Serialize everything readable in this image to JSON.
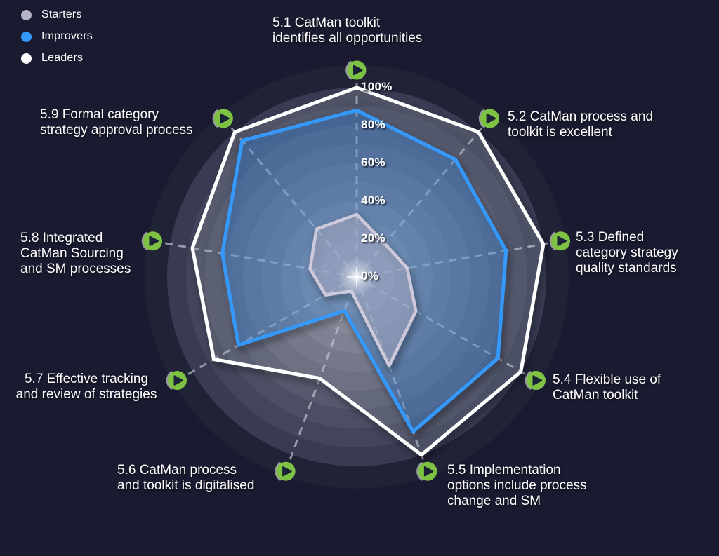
{
  "background_color": "#1a1b30",
  "legend": {
    "items": [
      {
        "label": "Starters",
        "color": "#b6b3c6"
      },
      {
        "label": "Improvers",
        "color": "#3598fb"
      },
      {
        "label": "Leaders",
        "color": "#ffffff"
      }
    ]
  },
  "chart_data": {
    "type": "radar",
    "categories": [
      "5.1 CatMan toolkit\nidentifies all opportunities",
      "5.2 CatMan process and\ntoolkit is excellent",
      "5.3 Defined\ncategory strategy\nquality standards",
      "5.4 Flexible use of\nCatMan toolkit",
      "5.5 Implementation\noptions include process\nchange and SM",
      "5.6  CatMan process\nand toolkit is digitalised",
      "5.7  Effective tracking\nand review of strategies",
      "5.8  Integrated\nCatMan Sourcing\nand SM processes",
      "5.9  Formal category\nstrategy approval process"
    ],
    "series": [
      {
        "name": "Starters",
        "color": "#cdc9db",
        "fill": "rgba(208,203,223,0.30)",
        "values": [
          33,
          23,
          27,
          36,
          50,
          8,
          19,
          25,
          33
        ]
      },
      {
        "name": "Improvers",
        "color": "#3598fb",
        "fill": "rgba(62,151,252,0.25)",
        "values": [
          88,
          81,
          80,
          86,
          87,
          19,
          72,
          72,
          94
        ]
      },
      {
        "name": "Leaders",
        "color": "#ffffff",
        "fill": "rgba(219,224,240,0.10)",
        "values": [
          100,
          100,
          100,
          100,
          100,
          57,
          87,
          88,
          100
        ]
      }
    ],
    "ticks": [
      "100%",
      "80%",
      "60%",
      "40%",
      "20%",
      "0%"
    ],
    "rlim": [
      0,
      100
    ],
    "grid": {
      "style": "concentric-circles",
      "halo": "#202236",
      "band_outer": "#383b52",
      "band_inner": "#9295a3",
      "spoke_color": "#cfd3dd",
      "spoke_dashed": true
    },
    "legend_position": "top-left"
  },
  "icon": {
    "name": "play-icon",
    "color": "#7dc242",
    "triangle_color": "#1b2137",
    "ring_color": "#ffffff"
  }
}
